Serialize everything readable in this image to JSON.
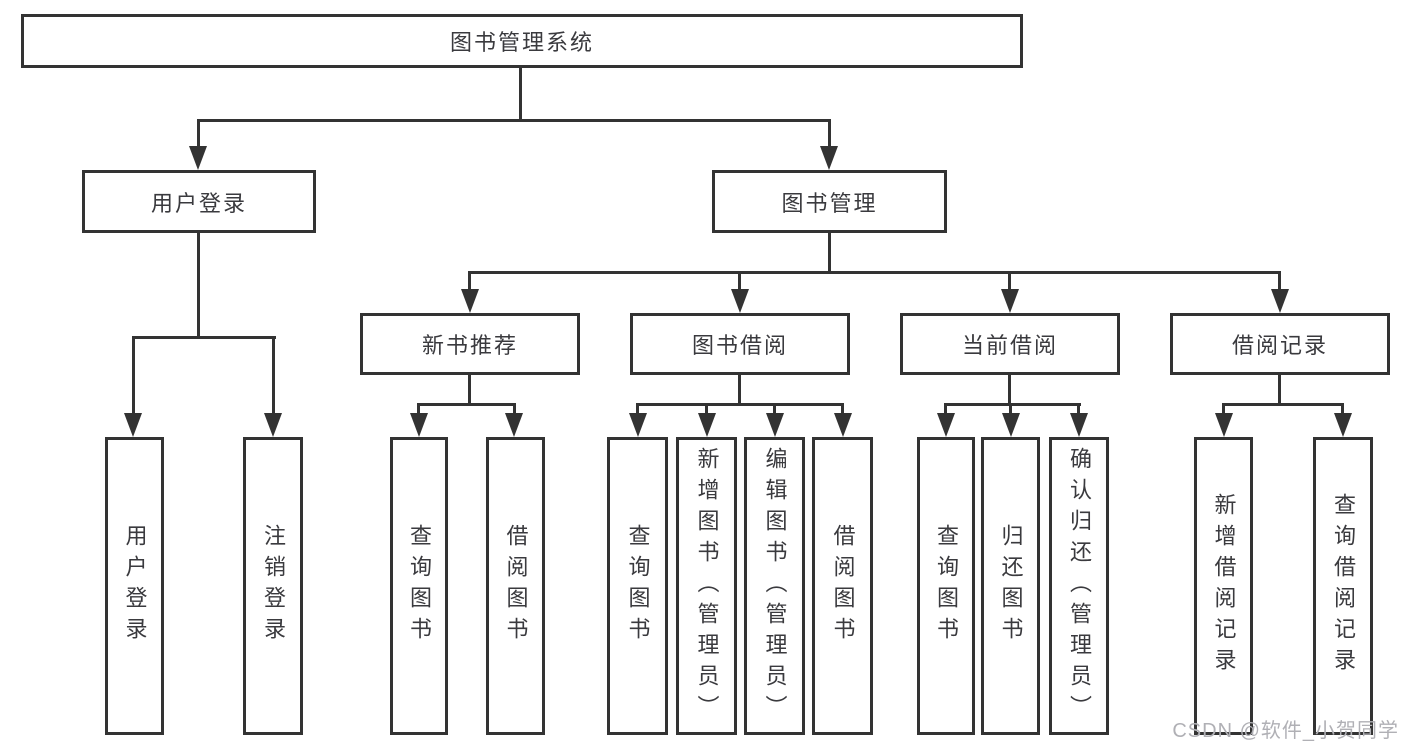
{
  "colors": {
    "line": "#333333",
    "text": "#3a3a3e",
    "watermark_text": "#b0b0b5",
    "background": "#ffffff"
  },
  "watermark": "CSDN @软件_小贺同学",
  "tree": {
    "label": "图书管理系统",
    "children": [
      {
        "label": "用户登录",
        "children": [
          {
            "label": "用户登录"
          },
          {
            "label": "注销登录"
          }
        ]
      },
      {
        "label": "图书管理",
        "children": [
          {
            "label": "新书推荐",
            "children": [
              {
                "label": "查询图书"
              },
              {
                "label": "借阅图书"
              }
            ]
          },
          {
            "label": "图书借阅",
            "children": [
              {
                "label": "查询图书"
              },
              {
                "label": "新增图书（管理员）"
              },
              {
                "label": "编辑图书（管理员）"
              },
              {
                "label": "借阅图书"
              }
            ]
          },
          {
            "label": "当前借阅",
            "children": [
              {
                "label": "查询图书"
              },
              {
                "label": "归还图书"
              },
              {
                "label": "确认归还（管理员）"
              }
            ]
          },
          {
            "label": "借阅记录",
            "children": [
              {
                "label": "新增借阅记录"
              },
              {
                "label": "查询借阅记录"
              }
            ]
          }
        ]
      }
    ]
  }
}
